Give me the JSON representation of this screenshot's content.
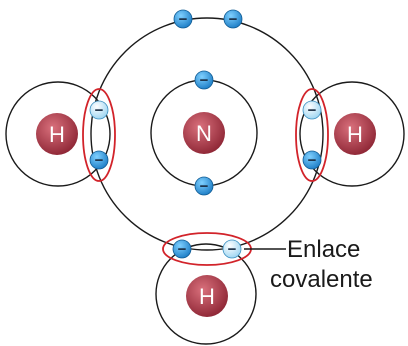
{
  "atoms": {
    "nitrogen": {
      "symbol": "N",
      "color": "#b23a48"
    },
    "hydrogen_left": {
      "symbol": "H",
      "color": "#b23a48"
    },
    "hydrogen_right": {
      "symbol": "H",
      "color": "#b23a48"
    },
    "hydrogen_bottom": {
      "symbol": "H",
      "color": "#b23a48"
    }
  },
  "electron": {
    "sign": "−",
    "shared_color": "#bfe6fa",
    "nitrogen_color": "#2a8fd6"
  },
  "bond_highlight_color": "#d2232a",
  "label": {
    "line1": "Enlace",
    "line2": "covalente"
  }
}
